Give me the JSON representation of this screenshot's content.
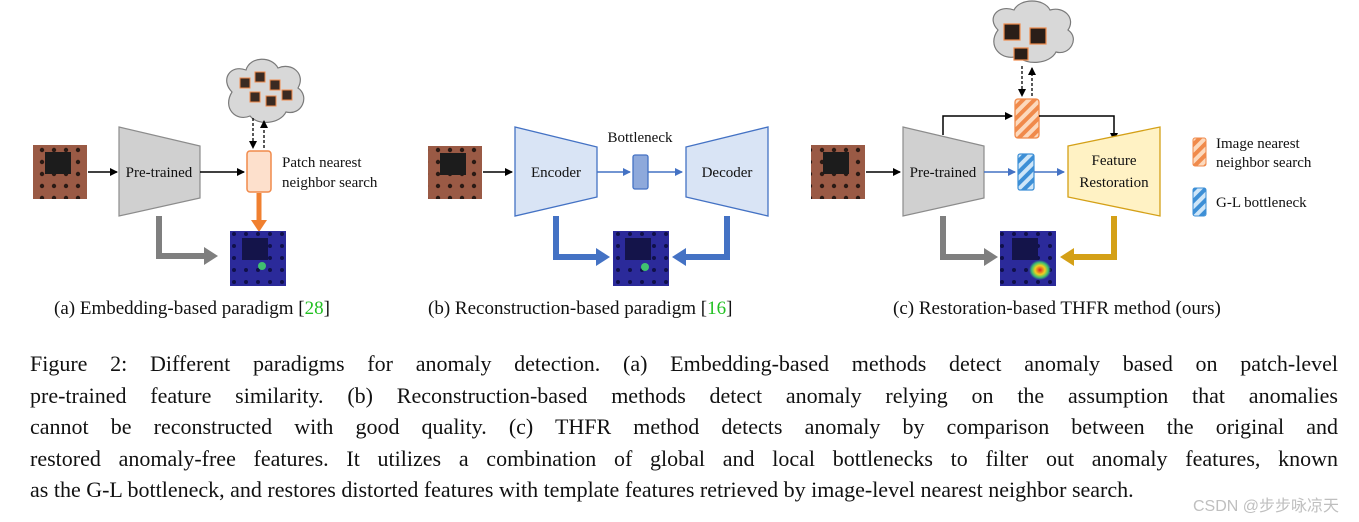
{
  "panel_a": {
    "pretrained": "Pre-trained",
    "search_label_line1": "Patch nearest",
    "search_label_line2": "neighbor search",
    "subcaption_text": "(a) Embedding-based paradigm [",
    "subcaption_ref": "28",
    "subcaption_close": "]"
  },
  "panel_b": {
    "bottleneck": "Bottleneck",
    "encoder": "Encoder",
    "decoder": "Decoder",
    "subcaption_text": "(b) Reconstruction-based paradigm [",
    "subcaption_ref": "16",
    "subcaption_close": "]"
  },
  "panel_c": {
    "pretrained": "Pre-trained",
    "restoration_line1": "Feature",
    "restoration_line2": "Restoration",
    "subcaption": "(c) Restoration-based THFR method (ours)"
  },
  "legend": {
    "image_search_line1": "Image nearest",
    "image_search_line2": "neighbor search",
    "gl_bottleneck": "G-L bottleneck"
  },
  "caption": {
    "line1": "Figure 2: Different paradigms for anomaly detection. (a) Embedding-based methods detect anomaly based on patch-level",
    "line2": "pre-trained feature similarity. (b) Reconstruction-based methods detect anomaly relying on the assumption that anomalies",
    "line3": "cannot be reconstructed with good quality. (c) THFR method detects anomaly by comparison between the original and",
    "line4": "restored anomaly-free features. It utilizes a combination of global and local bottlenecks to filter out anomaly features, known",
    "line5": "as the G-L bottleneck, and restores distorted features with template features retrieved by image-level nearest neighbor search."
  },
  "watermark": "CSDN @步步咏凉天",
  "colors": {
    "orange": "#f08030",
    "blue": "#4472c4",
    "gold": "#d4a017",
    "gray": "#7f7f7f",
    "green_ref": "#22c022"
  }
}
